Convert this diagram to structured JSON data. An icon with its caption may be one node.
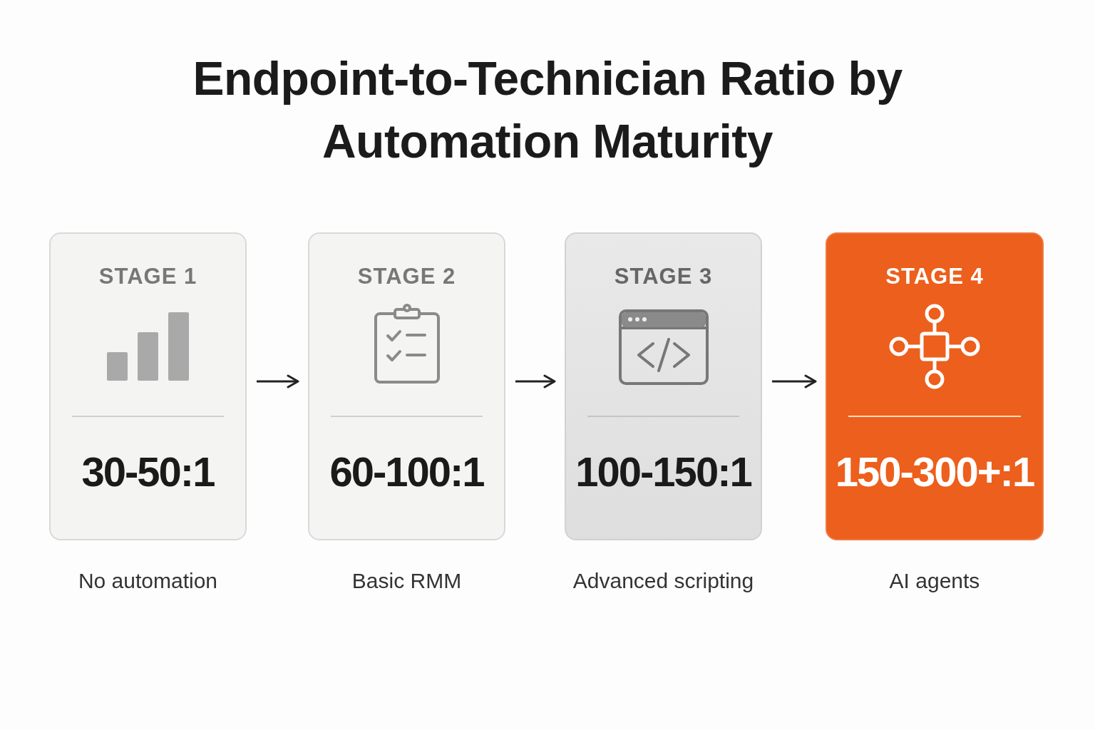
{
  "diagram": {
    "title": "Endpoint-to-Technician Ratio by Automation Maturity",
    "nodes": [
      {
        "text": [
          "STAGE 1",
          "30-50:1"
        ],
        "beside": [
          "No automation"
        ]
      },
      {
        "text": [
          "STAGE 2",
          "60-100:1"
        ],
        "beside": [
          "Basic RMM"
        ]
      },
      {
        "text": [
          "STAGE 3",
          "100-150:1"
        ],
        "beside": [
          "Advanced scripting"
        ]
      },
      {
        "text": [
          "STAGE 4",
          "150-300+:1"
        ],
        "beside": [
          "AI agents"
        ]
      }
    ],
    "edges": [
      {
        "from": 0,
        "to": 1,
        "arrow": "to"
      },
      {
        "from": 1,
        "to": 2,
        "arrow": "to"
      },
      {
        "from": 2,
        "to": 3,
        "arrow": "to"
      }
    ]
  }
}
